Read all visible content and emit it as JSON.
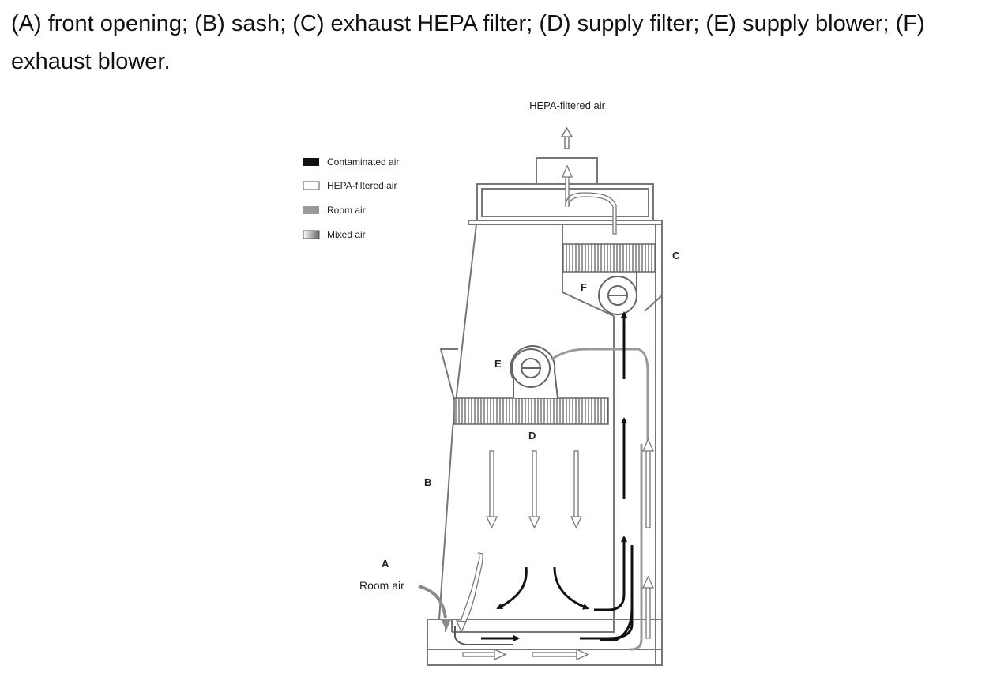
{
  "caption": "(A) front opening; (B) sash; (C) exhaust HEPA filter; (D) supply filter; (E) supply blower; (F) exhaust blower.",
  "diagram": {
    "top_label": "HEPA-filtered air",
    "legend": [
      {
        "label": "Contaminated air",
        "swatch": "black"
      },
      {
        "label": "HEPA-filtered air",
        "swatch": "white"
      },
      {
        "label": "Room air",
        "swatch": "gray"
      },
      {
        "label": "Mixed air",
        "swatch": "gradient"
      }
    ],
    "letters": {
      "A": "A",
      "B": "B",
      "C": "C",
      "D": "D",
      "E": "E",
      "F": "F"
    },
    "room_air_label": "Room air"
  },
  "colors": {
    "contaminated": "#111111",
    "room": "#9a9a9a",
    "outline": "#777777"
  }
}
